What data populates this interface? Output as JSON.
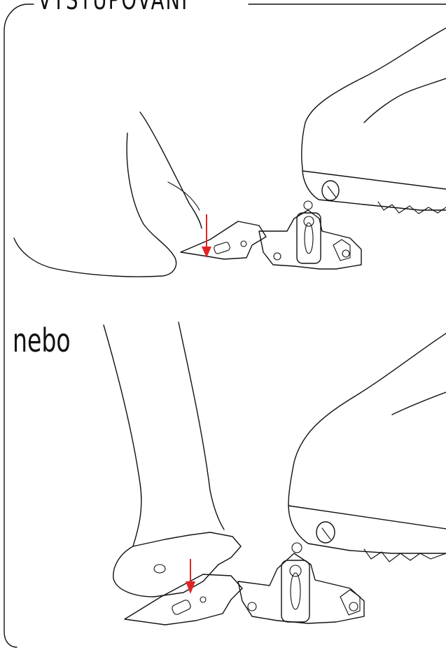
{
  "title": "VYSTUPOVÁNÍ",
  "alt_label": "nebo",
  "colors": {
    "line": "#111111",
    "arrow": "#e02424",
    "background": "#ffffff"
  },
  "steps": [
    {
      "name": "step-1",
      "depicts": "foot twisting heel outward out of clipless pedal cleat"
    },
    {
      "name": "step-2",
      "depicts": "foot lifting heel to release cleat from pedal"
    }
  ]
}
